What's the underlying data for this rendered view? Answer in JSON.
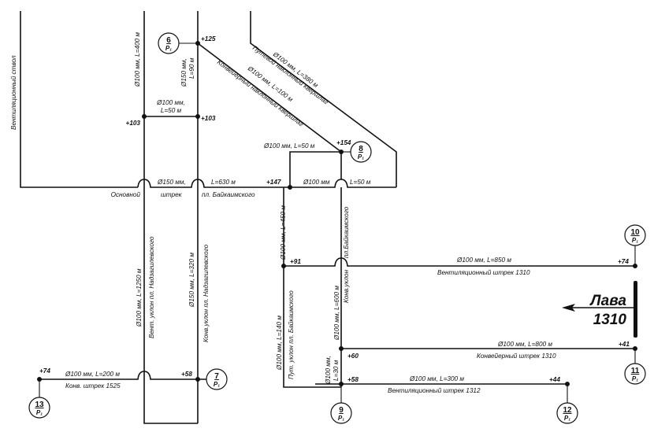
{
  "diagram": {
    "type": "mine ventilation / pipeline network scheme",
    "workings": {
      "vent_shaft": "Вентиляционный ствол",
      "main_drift_left": "Основной",
      "main_drift_mid": "штрек",
      "main_drift_right": "пл. Байкаимского",
      "travel_incline": "Путевой наклонный квершлаг",
      "conveyor_incline": "Конвейерный наклонный квершлаг",
      "vent_slope_nadzhip": "Вент. уклон пл. Надзагилевского",
      "conv_slope_nadzhip": "Конв.уклон пл. Надзагилевского",
      "travel_slope_baik": "Пут. уклон пл. Байкаимского",
      "conv_slope_baik_upper": "пл.Байкаимского",
      "conv_slope_baik_lower": "Конв.уклон",
      "vent_drift_1310": "Вентиляционный штрек 1310",
      "conv_drift_1310": "Конвейерный штрек 1310",
      "vent_drift_1312": "Вентиляционный штрек 1312",
      "conv_drift_1525": "Конв. штрек 1525"
    },
    "pipes": {
      "p_400": "Ø100 мм, L=400 м",
      "p_90a": "Ø150 мм,",
      "p_90b": "L=90 м",
      "p_50a": "Ø100 мм,",
      "p_50b": "L=50 м",
      "p_380": "Ø100 мм, L=380 м",
      "p_100": "Ø100 мм, L=100 м",
      "p_50top": "Ø100 мм, L=50 м",
      "p_main_a": "Ø150 мм,",
      "p_main_b": "L=630 м",
      "p_main_c": "Ø100 мм",
      "p_main_d": "L=50 м",
      "p_1250": "Ø100 мм, L=1250 м",
      "p_320": "Ø150 мм, L=320 м",
      "p_450": "Ø100 мм, L=450 м",
      "p_140": "Ø100 мм, L=140 м",
      "p_600": "Ø100 мм, L=600 м",
      "p_30a": "Ø100 мм,",
      "p_30b": "L=30 м",
      "p_850": "Ø100 мм, L=850 м",
      "p_800": "Ø100 мм, L=800 м",
      "p_300": "Ø100 мм, L=300 м",
      "p_200": "Ø100 мм, L=200 м"
    },
    "elevations": {
      "e125": "+125",
      "e103a": "+103",
      "e103b": "+103",
      "e154": "+154",
      "e147": "+147",
      "e91": "+91",
      "e74a": "+74",
      "e41": "+41",
      "e60": "+60",
      "e58a": "+58",
      "e44": "+44",
      "e74b": "+74",
      "e58b": "+58"
    },
    "points": [
      {
        "id": "p6",
        "num": "6",
        "sub": "Р₁"
      },
      {
        "id": "p7",
        "num": "7",
        "sub": "Р₁"
      },
      {
        "id": "p8",
        "num": "8",
        "sub": "Р₁"
      },
      {
        "id": "p9",
        "num": "9",
        "sub": "Р₁"
      },
      {
        "id": "p10",
        "num": "10",
        "sub": "Р₁"
      },
      {
        "id": "p11",
        "num": "11",
        "sub": "Р₁"
      },
      {
        "id": "p12",
        "num": "12",
        "sub": "Р₁"
      },
      {
        "id": "p13",
        "num": "13",
        "sub": "Р₁"
      }
    ],
    "lava": {
      "line1": "Лава",
      "line2": "1310"
    }
  }
}
